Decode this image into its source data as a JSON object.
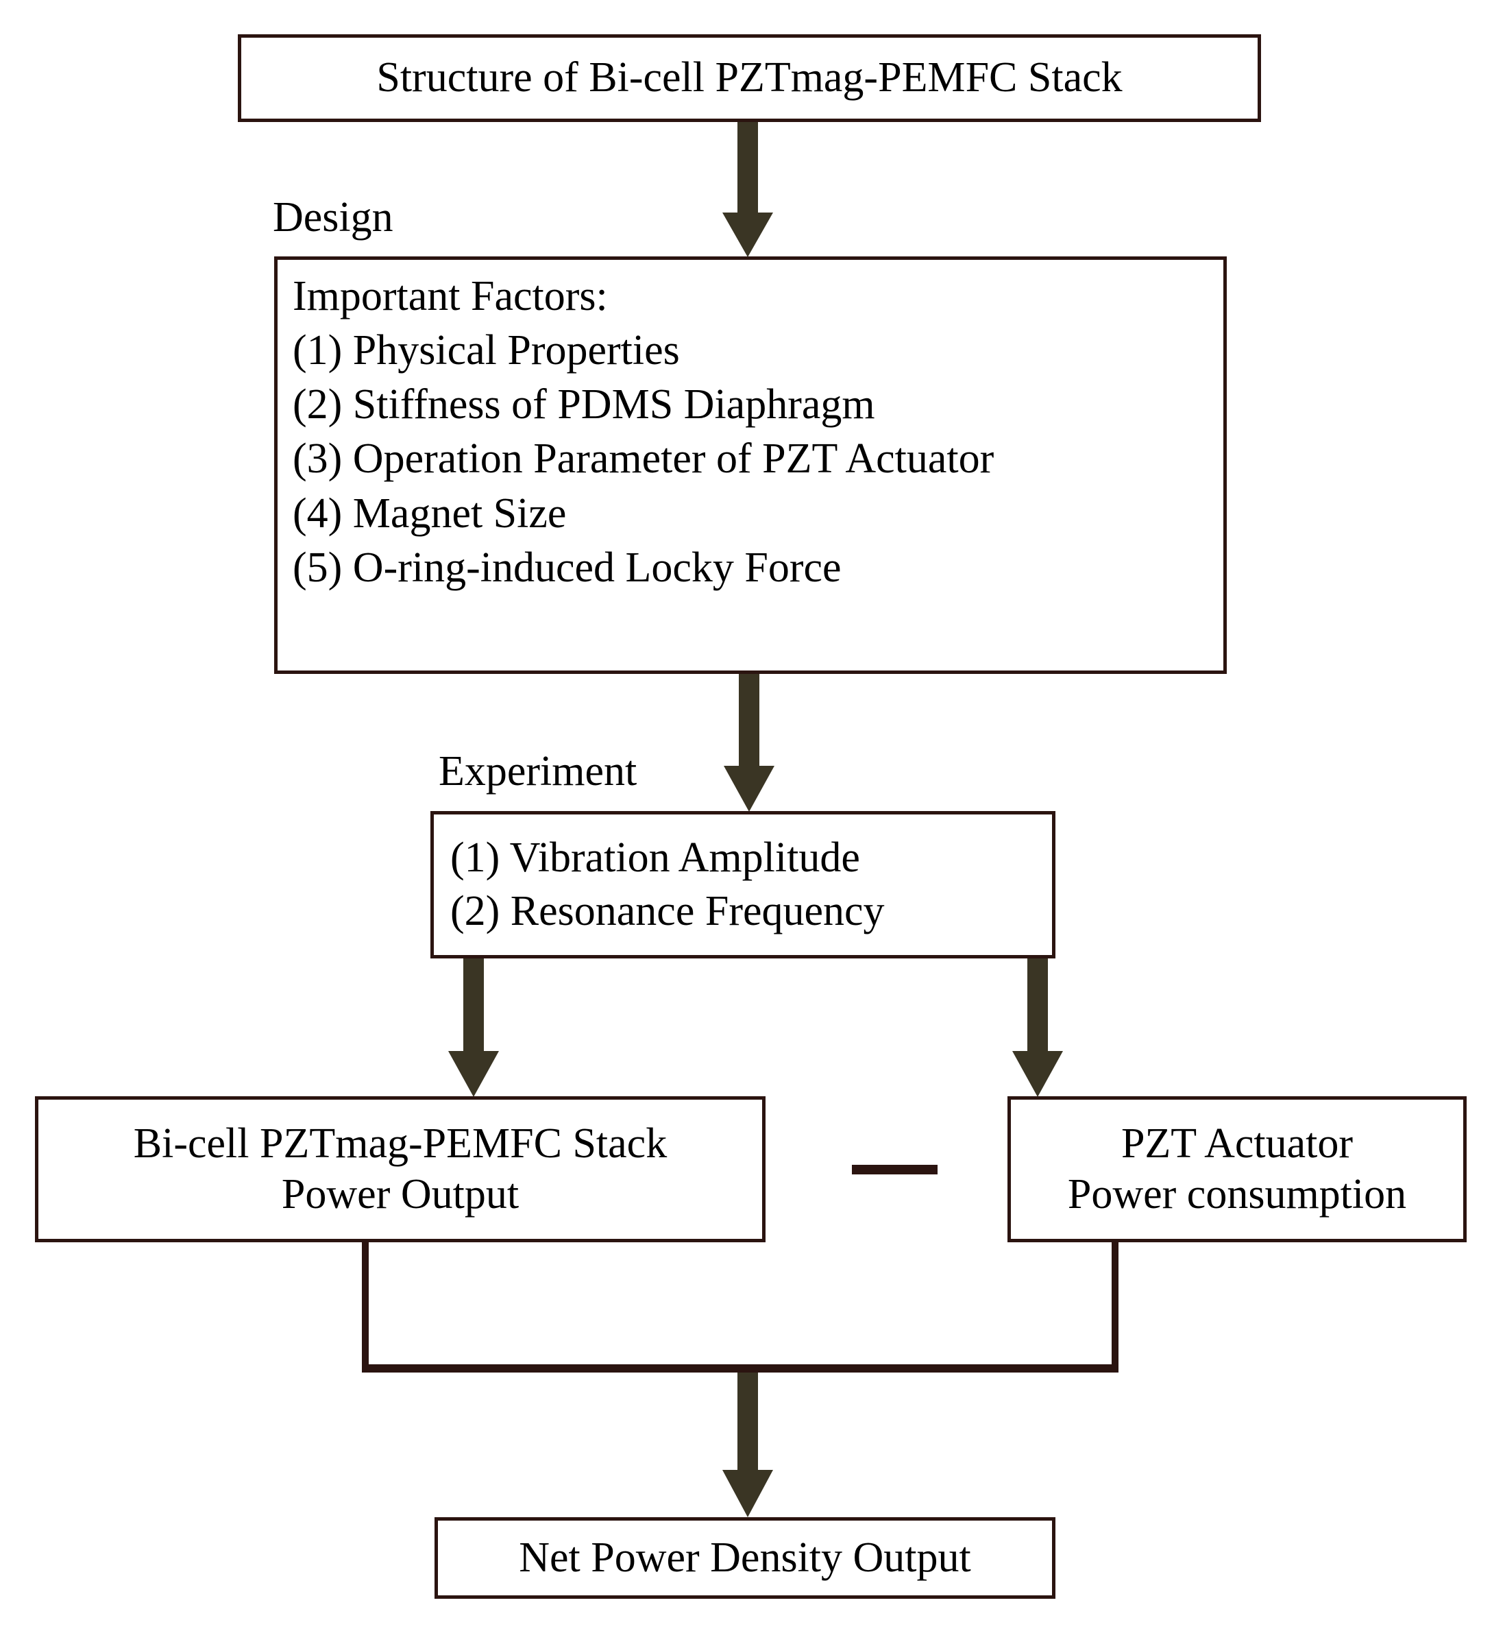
{
  "diagram": {
    "title_node": {
      "id": "structure",
      "text": "Structure of Bi-cell PZTmag-PEMFC Stack"
    },
    "captions": {
      "design": "Design",
      "experiment": "Experiment"
    },
    "factors_node": {
      "heading": "Important Factors:",
      "items": [
        "(1) Physical Properties",
        "(2) Stiffness of PDMS Diaphragm",
        "(3) Operation Parameter of PZT Actuator",
        "(4) Magnet Size",
        "(5) O-ring-induced Locky Force"
      ]
    },
    "experiment_node": {
      "items": [
        "(1) Vibration Amplitude",
        "(2) Resonance Frequency"
      ]
    },
    "stack_output_node": {
      "line1": "Bi-cell PZTmag-PEMFC Stack",
      "line2": "Power Output"
    },
    "pzt_consumption_node": {
      "line1": "PZT Actuator",
      "line2": "Power consumption"
    },
    "operator": {
      "symbol": "minus",
      "label": "−"
    },
    "net_power_node": {
      "text": "Net Power Density Output"
    },
    "colors": {
      "box_border": "#2b1410",
      "arrow_fill": "#3a3524",
      "connector": "#2b1410",
      "text": "#000000",
      "background": "#ffffff"
    },
    "arrows": [
      {
        "name": "structure-to-factors",
        "from": "structure",
        "to": "factors"
      },
      {
        "name": "factors-to-experiment",
        "from": "factors",
        "to": "experiment"
      },
      {
        "name": "experiment-to-stack-output",
        "from": "experiment",
        "to": "stack-output"
      },
      {
        "name": "experiment-to-pzt-consumption",
        "from": "experiment",
        "to": "pzt-consumption"
      },
      {
        "name": "merge-to-net-power",
        "from": "merge",
        "to": "net-power"
      }
    ]
  }
}
